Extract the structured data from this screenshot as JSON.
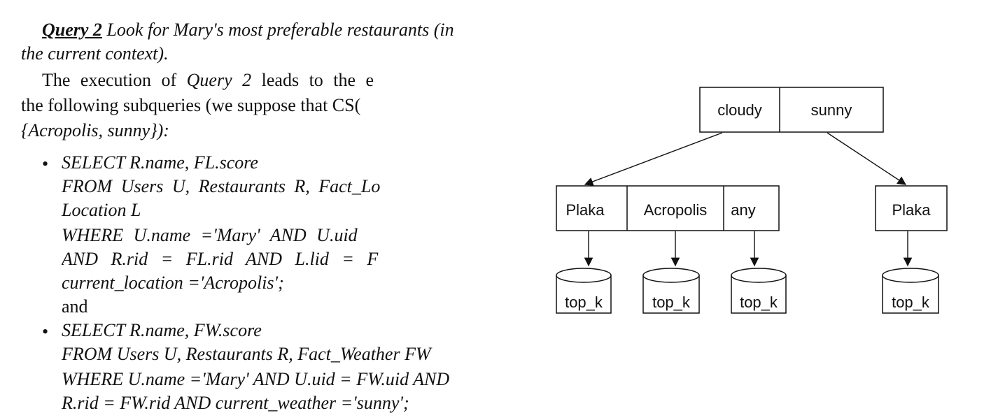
{
  "query": {
    "label": "Query 2",
    "line1": " Look for Mary's most preferable restaurants (in",
    "line2": "the current context)."
  },
  "para": {
    "line1_a": "The execution of ",
    "line1_b": "Query 2",
    "line1_c": " leads to the e",
    "line2": "the following subqueries (we suppose that CS(",
    "line3": "{Acropolis, sunny}):"
  },
  "subquery1": {
    "l1": "SELECT R.name, FL.score",
    "l2": "FROM Users U, Restaurants R, Fact_Lo",
    "l3": "Location L",
    "l4": "WHERE U.name ='Mary' AND U.uid",
    "l5": "AND R.rid = FL.rid AND L.lid = F",
    "l6": "current_location ='Acropolis';",
    "and": "and"
  },
  "subquery2": {
    "l1": "SELECT R.name, FW.score",
    "l2": "FROM Users U, Restaurants R, Fact_Weather FW",
    "l3": "WHERE U.name ='Mary' AND U.uid = FW.uid AND",
    "l4": "R.rid = FW.rid AND current_weather ='sunny';"
  },
  "bullet_symbol": "•",
  "diagram": {
    "root": [
      "cloudy",
      "sunny"
    ],
    "left_node": [
      "Plaka",
      "Acropolis",
      "any"
    ],
    "right_node": [
      "Plaka"
    ],
    "leaf_label": "top_k"
  }
}
